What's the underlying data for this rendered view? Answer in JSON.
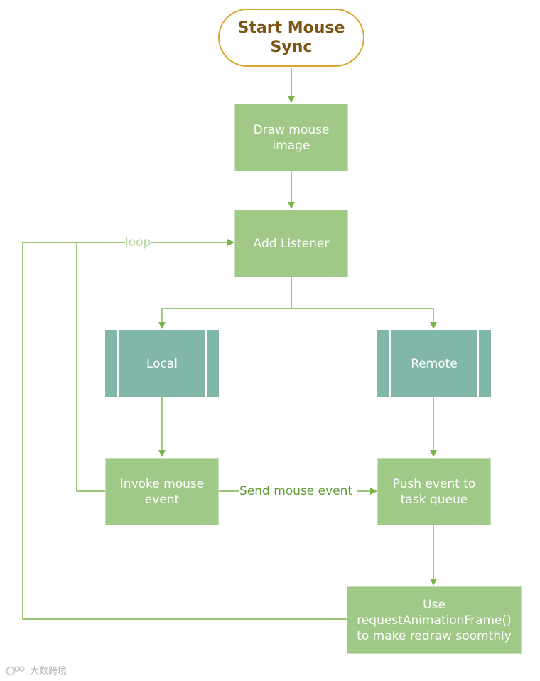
{
  "nodes": {
    "start": "Start Mouse\nSync",
    "draw": "Draw mouse\nimage",
    "listener": "Add Listener",
    "local": "Local",
    "remote": "Remote",
    "invoke": "Invoke mouse\nevent",
    "push": "Push event to\ntask queue",
    "raf": "Use\nrequestAnimationFrame()\nto make redraw soomthly"
  },
  "edges": {
    "loop_label": "loop",
    "send_label": "Send mouse event"
  },
  "watermark": {
    "text": "大数跨境",
    "icon": "logo-icon"
  },
  "colors": {
    "edge": "#7ab34a",
    "process": "#a0c988",
    "predefined": "#81b7a8",
    "terminator_border": "#d9a52e",
    "terminator_text": "#7a5514",
    "loop_label": "#b5d69e",
    "send_label": "#5d9a34"
  }
}
